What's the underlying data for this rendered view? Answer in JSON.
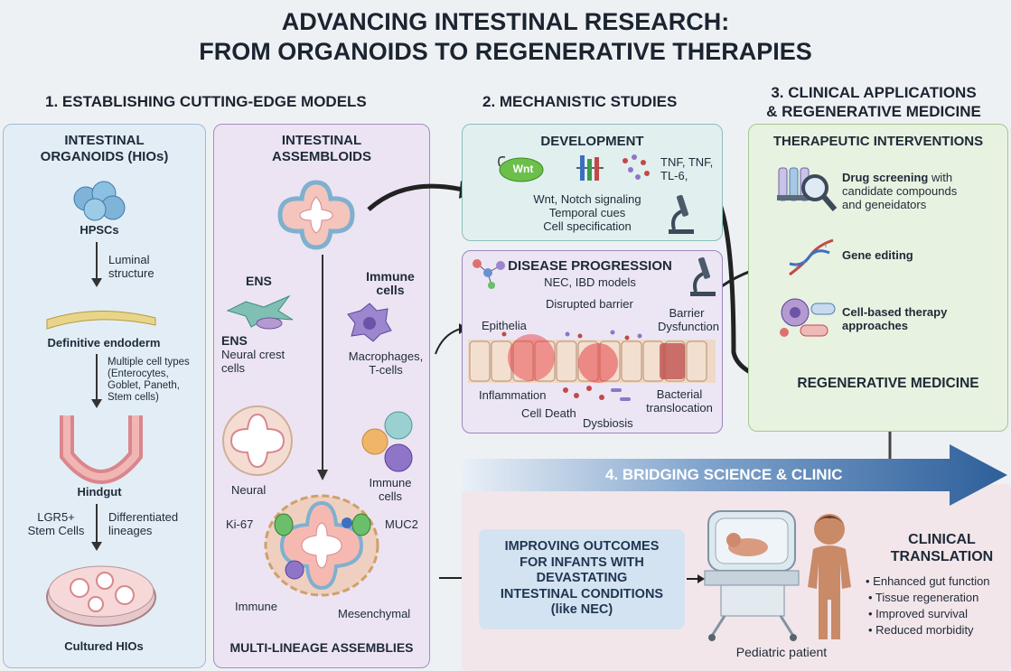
{
  "title": {
    "line1": "ADVANCING INTESTINAL RESEARCH:",
    "line2": "FROM ORGANOIDS TO REGENERATIVE THERAPIES"
  },
  "sections": {
    "s1": "1. ESTABLISHING CUTTING-EDGE MODELS",
    "s2": "2. MECHANISTIC STUDIES",
    "s3_line1": "3. CLINICAL APPLICATIONS",
    "s3_line2": "& REGENERATIVE MEDICINE",
    "s4": "4. BRIDGING SCIENCE & CLINIC"
  },
  "hios": {
    "title_line1": "INTESTINAL",
    "title_line2": "ORGANOIDS (HIOs)",
    "hpscs": "HPSCs",
    "luminal_line1": "Luminal",
    "luminal_line2": "structure",
    "endoderm": "Definitive endoderm",
    "multi_line1": "Multiple cell types",
    "multi_line2": "(Enterocytes,",
    "multi_line3": "Goblet, Paneth,",
    "multi_line4": "Stem cells)",
    "hindgut": "Hindgut",
    "lgr_line1": "LGR5+",
    "lgr_line2": "Stem Cells",
    "diff_line1": "Differentiated",
    "diff_line2": "lineages",
    "cultured": "Cultured HIOs"
  },
  "assembloids": {
    "title_line1": "INTESTINAL",
    "title_line2": "ASSEMBLOIDS",
    "ens_head": "ENS",
    "ens_line1": "ENS",
    "ens_line2": "Neural crest",
    "ens_line3": "cells",
    "immune_head_line1": "Immune",
    "immune_head_line2": "cells",
    "macro_line1": "Macrophages,",
    "macro_line2": "T-cells",
    "neural": "Neural",
    "immune_cells_line1": "Immune",
    "immune_cells_line2": "cells",
    "ki67": "Ki-67",
    "muc2": "MUC2",
    "immune": "Immune",
    "mesenchymal": "Mesenchymal",
    "footer": "MULTI-LINEAGE ASSEMBLIES"
  },
  "development": {
    "title": "DEVELOPMENT",
    "wnt": "Wnt",
    "tnf_line1": "TNF, TNF,",
    "tnf_line2": "TL-6,",
    "line1": "Wnt, Notch signaling",
    "line2": "Temporal cues",
    "line3": "Cell specification"
  },
  "disease": {
    "title": "DISEASE PROGRESSION",
    "subtitle": "NEC, IBD models",
    "disrupted": "Disrupted barrier",
    "barrier_line1": "Barrier",
    "barrier_line2": "Dysfunction",
    "epithelia": "Epithelia",
    "inflammation": "Inflammation",
    "bacterial_line1": "Bacterial",
    "bacterial_line2": "translocation",
    "cell_death": "Cell Death",
    "dysbiosis": "Dysbiosis"
  },
  "therapeutic": {
    "title": "THERAPEUTIC INTERVENTIONS",
    "drug_bold": "Drug screening",
    "drug_rest1": " with",
    "drug_line2": "candidate compounds",
    "drug_line3": "and geneidators",
    "gene": "Gene editing",
    "cell_line1": "Cell-based therapy",
    "cell_line2": "approaches",
    "regen": "REGENERATIVE MEDICINE"
  },
  "outcomes": {
    "line1": "IMPROVING OUTCOMES",
    "line2": "FOR INFANTS WITH",
    "line3": "DEVASTATING",
    "line4": "INTESTINAL CONDITIONS",
    "line5": "(like NEC)"
  },
  "clinical": {
    "title_line1": "CLINICAL",
    "title_line2": "TRANSLATION",
    "items": [
      "• Enhanced gut function",
      "• Tissue regeneration",
      "• Improved survival",
      "• Reduced morbidity"
    ],
    "patient": "Pediatric patient"
  },
  "colors": {
    "blue_panel": "#e3edf6",
    "purple_panel": "#ece4f3",
    "teal_panel": "#e1f0ef",
    "green_panel": "#e8f2e1",
    "banner": "#2e5f9a"
  }
}
